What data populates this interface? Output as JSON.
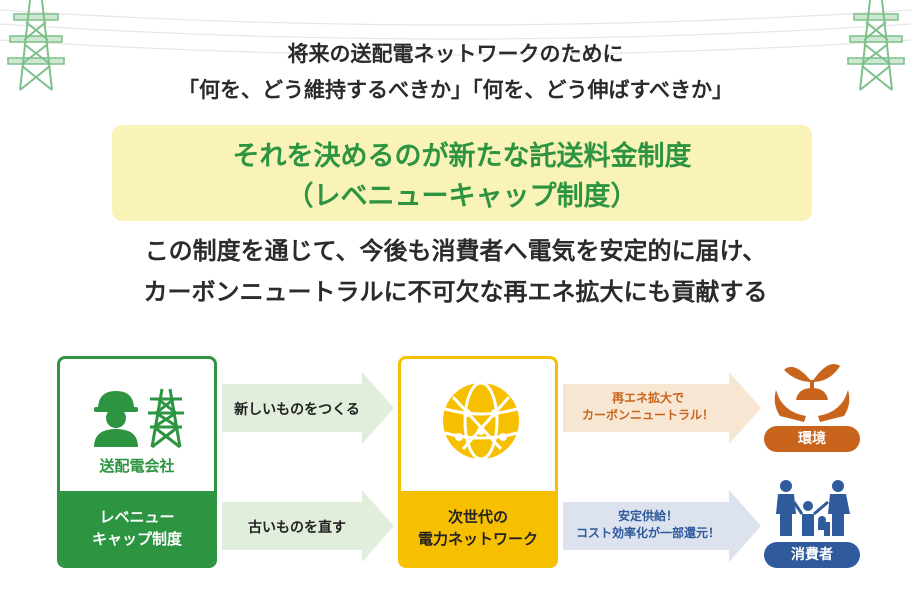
{
  "intro": {
    "line1": "将来の送配電ネットワークのために",
    "line2": "「何を、どう維持するべきか」「何を、どう伸ばすべきか」"
  },
  "highlight": {
    "line1": "それを決めるのが新たな託送料金制度",
    "line2": "（レベニューキャップ制度）"
  },
  "body": {
    "line1": "この制度を通じて、今後も消費者へ電気を安定的に届け、",
    "line2": "カーボンニュートラルに不可欠な再エネ拡大にも貢献する"
  },
  "diagram": {
    "company_card": {
      "label": "送配電会社",
      "foot_line1": "レベニュー",
      "foot_line2": "キャップ制度",
      "icons": [
        "worker-icon",
        "power-tower-icon"
      ]
    },
    "network_card": {
      "foot_line1": "次世代の",
      "foot_line2": "電力ネットワーク",
      "icons": [
        "globe-network-icon"
      ]
    },
    "arrows": {
      "top_left": "新しいものをつくる",
      "bottom_left": "古いものを直す",
      "top_right_line1": "再エネ拡大で",
      "top_right_line2": "カーボンニュートラル！",
      "bottom_right_line1": "安定供給！",
      "bottom_right_line2": "コスト効率化が一部還元！"
    },
    "outcomes": {
      "environment": "環境",
      "consumers": "消費者"
    }
  },
  "colors": {
    "green": "#2d9441",
    "yellow": "#f6c000",
    "highlight_bg": "#faf3b8",
    "arrow_green": "#e1eedb",
    "arrow_orange": "#f7e6d2",
    "arrow_blue": "#dde3ee",
    "orange": "#c8641b",
    "blue": "#2f5a9c"
  }
}
